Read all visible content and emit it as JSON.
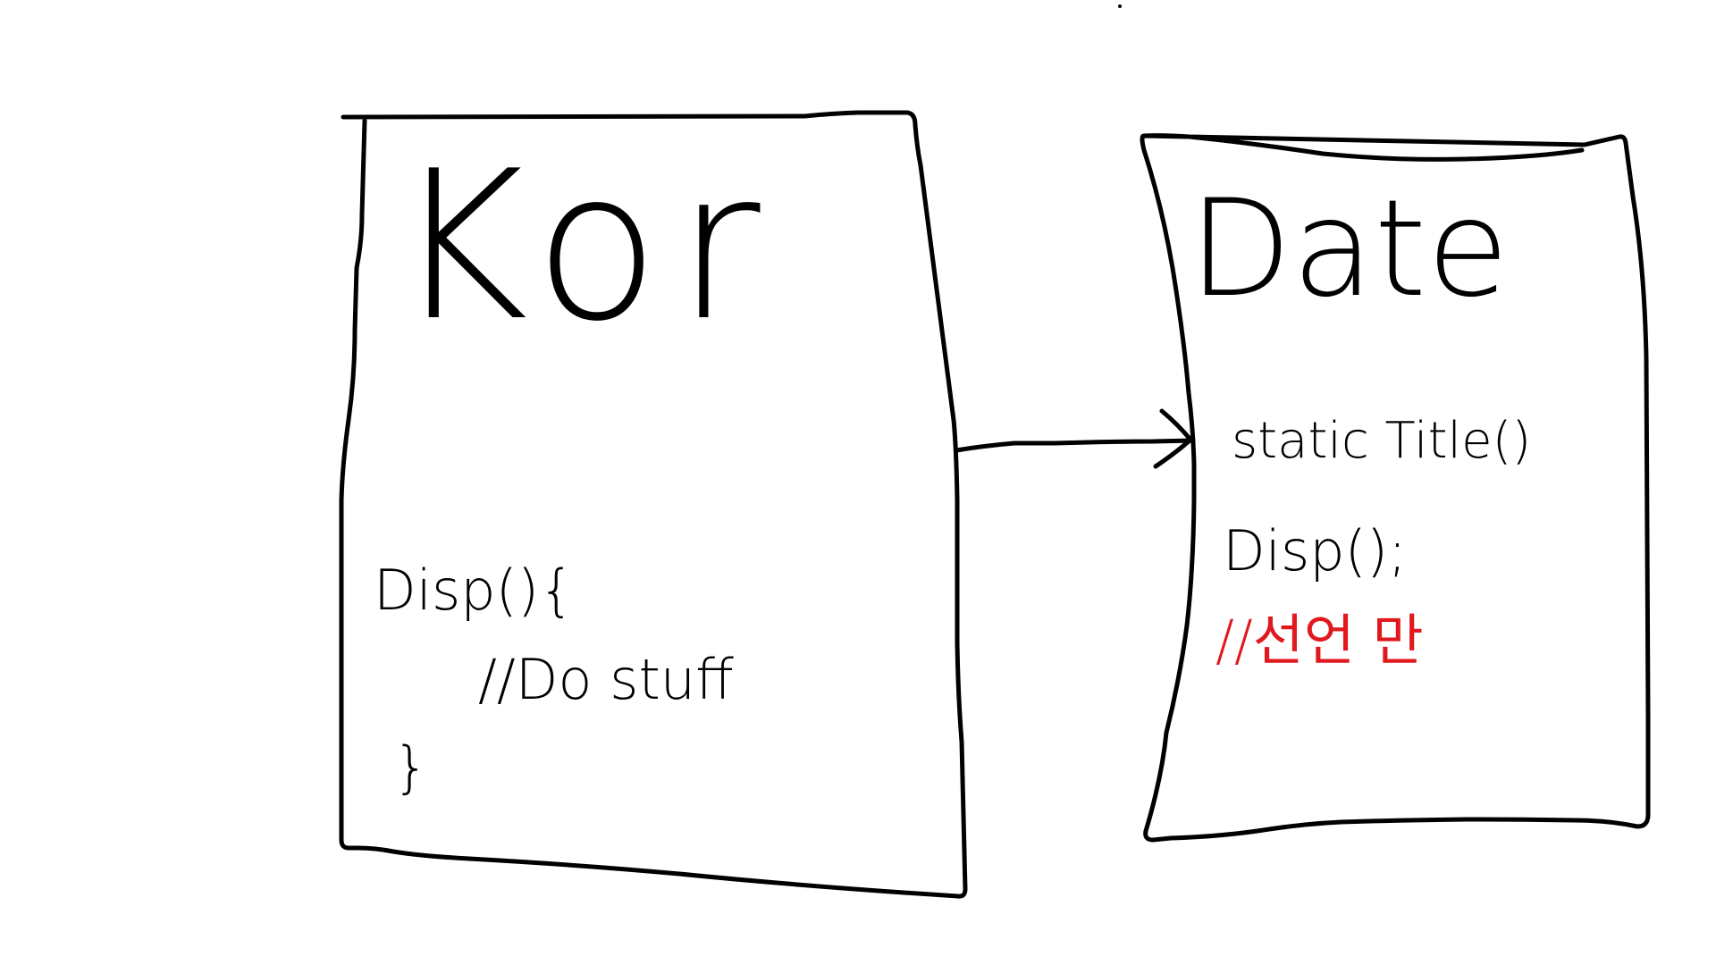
{
  "colors": {
    "ink": "#000000",
    "comment": "#e0191e",
    "background": "#ffffff"
  },
  "kor_box": {
    "title": "Kor",
    "method_open": "Disp(){",
    "comment": "//Do stuff",
    "close_brace": "}"
  },
  "date_box": {
    "title": "Date",
    "static_line": "static Title()",
    "decl_line": "Disp();",
    "comment": "//선언 만"
  },
  "arrow": {
    "from": "Kor",
    "to": "Date"
  }
}
